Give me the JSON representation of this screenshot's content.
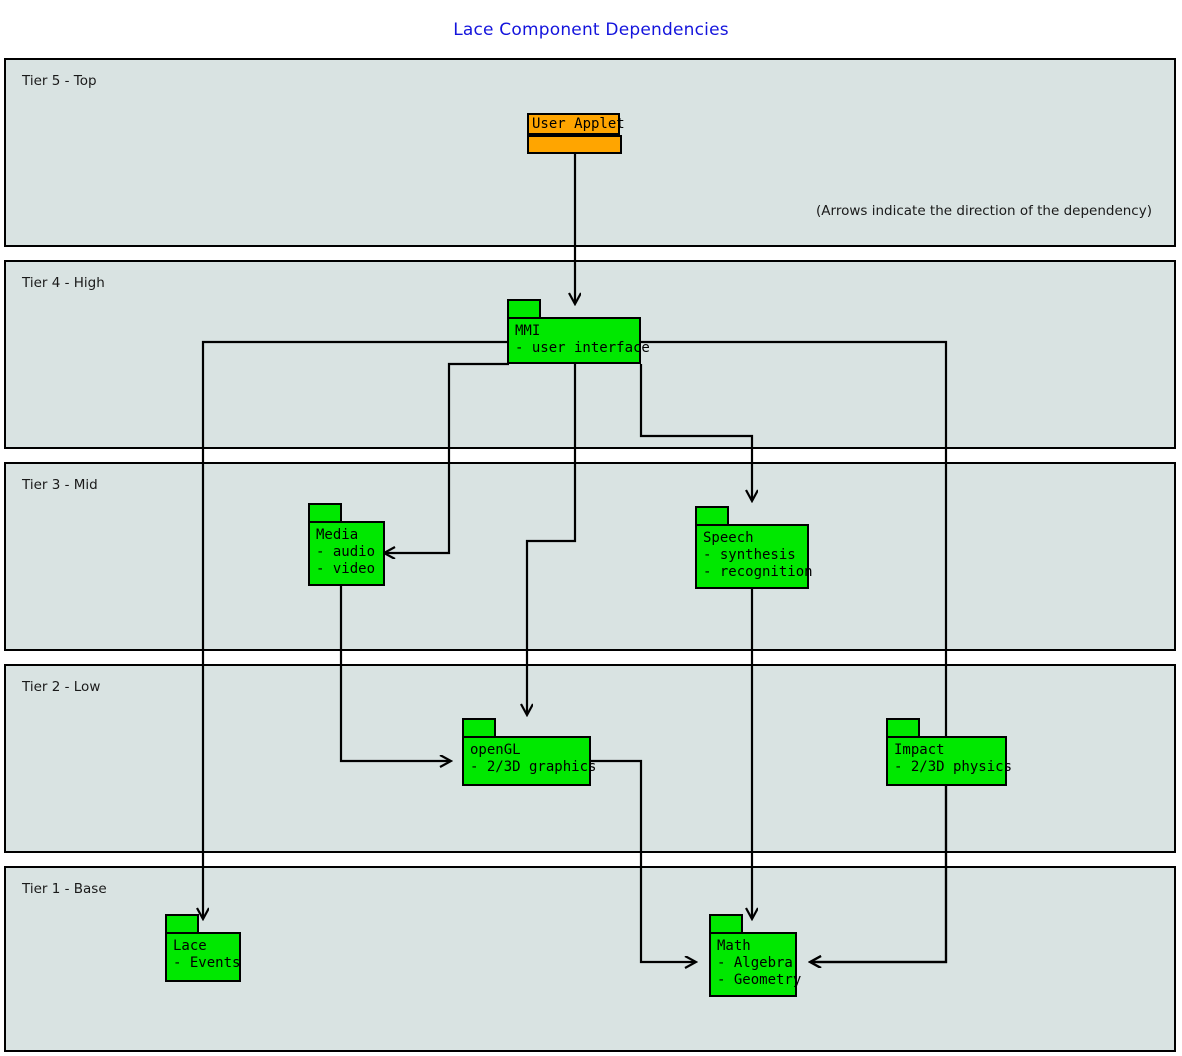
{
  "diagram": {
    "title": "Lace Component Dependencies",
    "title_color": "#1414dc",
    "background": "#ffffff",
    "tier_fill": "#d9e3e2",
    "node_fill": "#00e800",
    "applet_fill": "#ffa500",
    "stroke": "#000000",
    "note": "(Arrows indicate the direction of the dependency)"
  },
  "tiers": [
    {
      "id": "tier5",
      "label": "Tier 5 - Top"
    },
    {
      "id": "tier4",
      "label": "Tier 4 - High"
    },
    {
      "id": "tier3",
      "label": "Tier 3 - Mid"
    },
    {
      "id": "tier2",
      "label": "Tier 2 - Low"
    },
    {
      "id": "tier1",
      "label": "Tier 1 - Base"
    }
  ],
  "nodes": {
    "user_applet": {
      "name": "User Applet",
      "tier": "Tier 5 - Top",
      "items": []
    },
    "mmi": {
      "name": "MMI",
      "tier": "Tier 4 - High",
      "items": [
        "- user interface"
      ]
    },
    "media": {
      "name": "Media",
      "tier": "Tier 3 - Mid",
      "items": [
        "- audio",
        "- video"
      ]
    },
    "speech": {
      "name": "Speech",
      "tier": "Tier 3 - Mid",
      "items": [
        "- synthesis",
        "- recognition"
      ]
    },
    "opengl": {
      "name": "openGL",
      "tier": "Tier 2 - Low",
      "items": [
        "- 2/3D graphics"
      ]
    },
    "impact": {
      "name": "Impact",
      "tier": "Tier 2 - Low",
      "items": [
        "- 2/3D physics"
      ]
    },
    "lace": {
      "name": "Lace",
      "tier": "Tier 1 - Base",
      "items": [
        "- Events"
      ]
    },
    "math": {
      "name": "Math",
      "tier": "Tier 1 - Base",
      "items": [
        "- Algebra",
        "- Geometry"
      ]
    }
  },
  "edges": [
    {
      "from": "User Applet",
      "to": "MMI"
    },
    {
      "from": "MMI",
      "to": "Lace"
    },
    {
      "from": "MMI",
      "to": "Media"
    },
    {
      "from": "MMI",
      "to": "openGL"
    },
    {
      "from": "MMI",
      "to": "Speech"
    },
    {
      "from": "MMI",
      "to": "Math"
    },
    {
      "from": "Media",
      "to": "openGL"
    },
    {
      "from": "Speech",
      "to": "Math"
    },
    {
      "from": "openGL",
      "to": "Math"
    },
    {
      "from": "Impact",
      "to": "Math"
    }
  ]
}
